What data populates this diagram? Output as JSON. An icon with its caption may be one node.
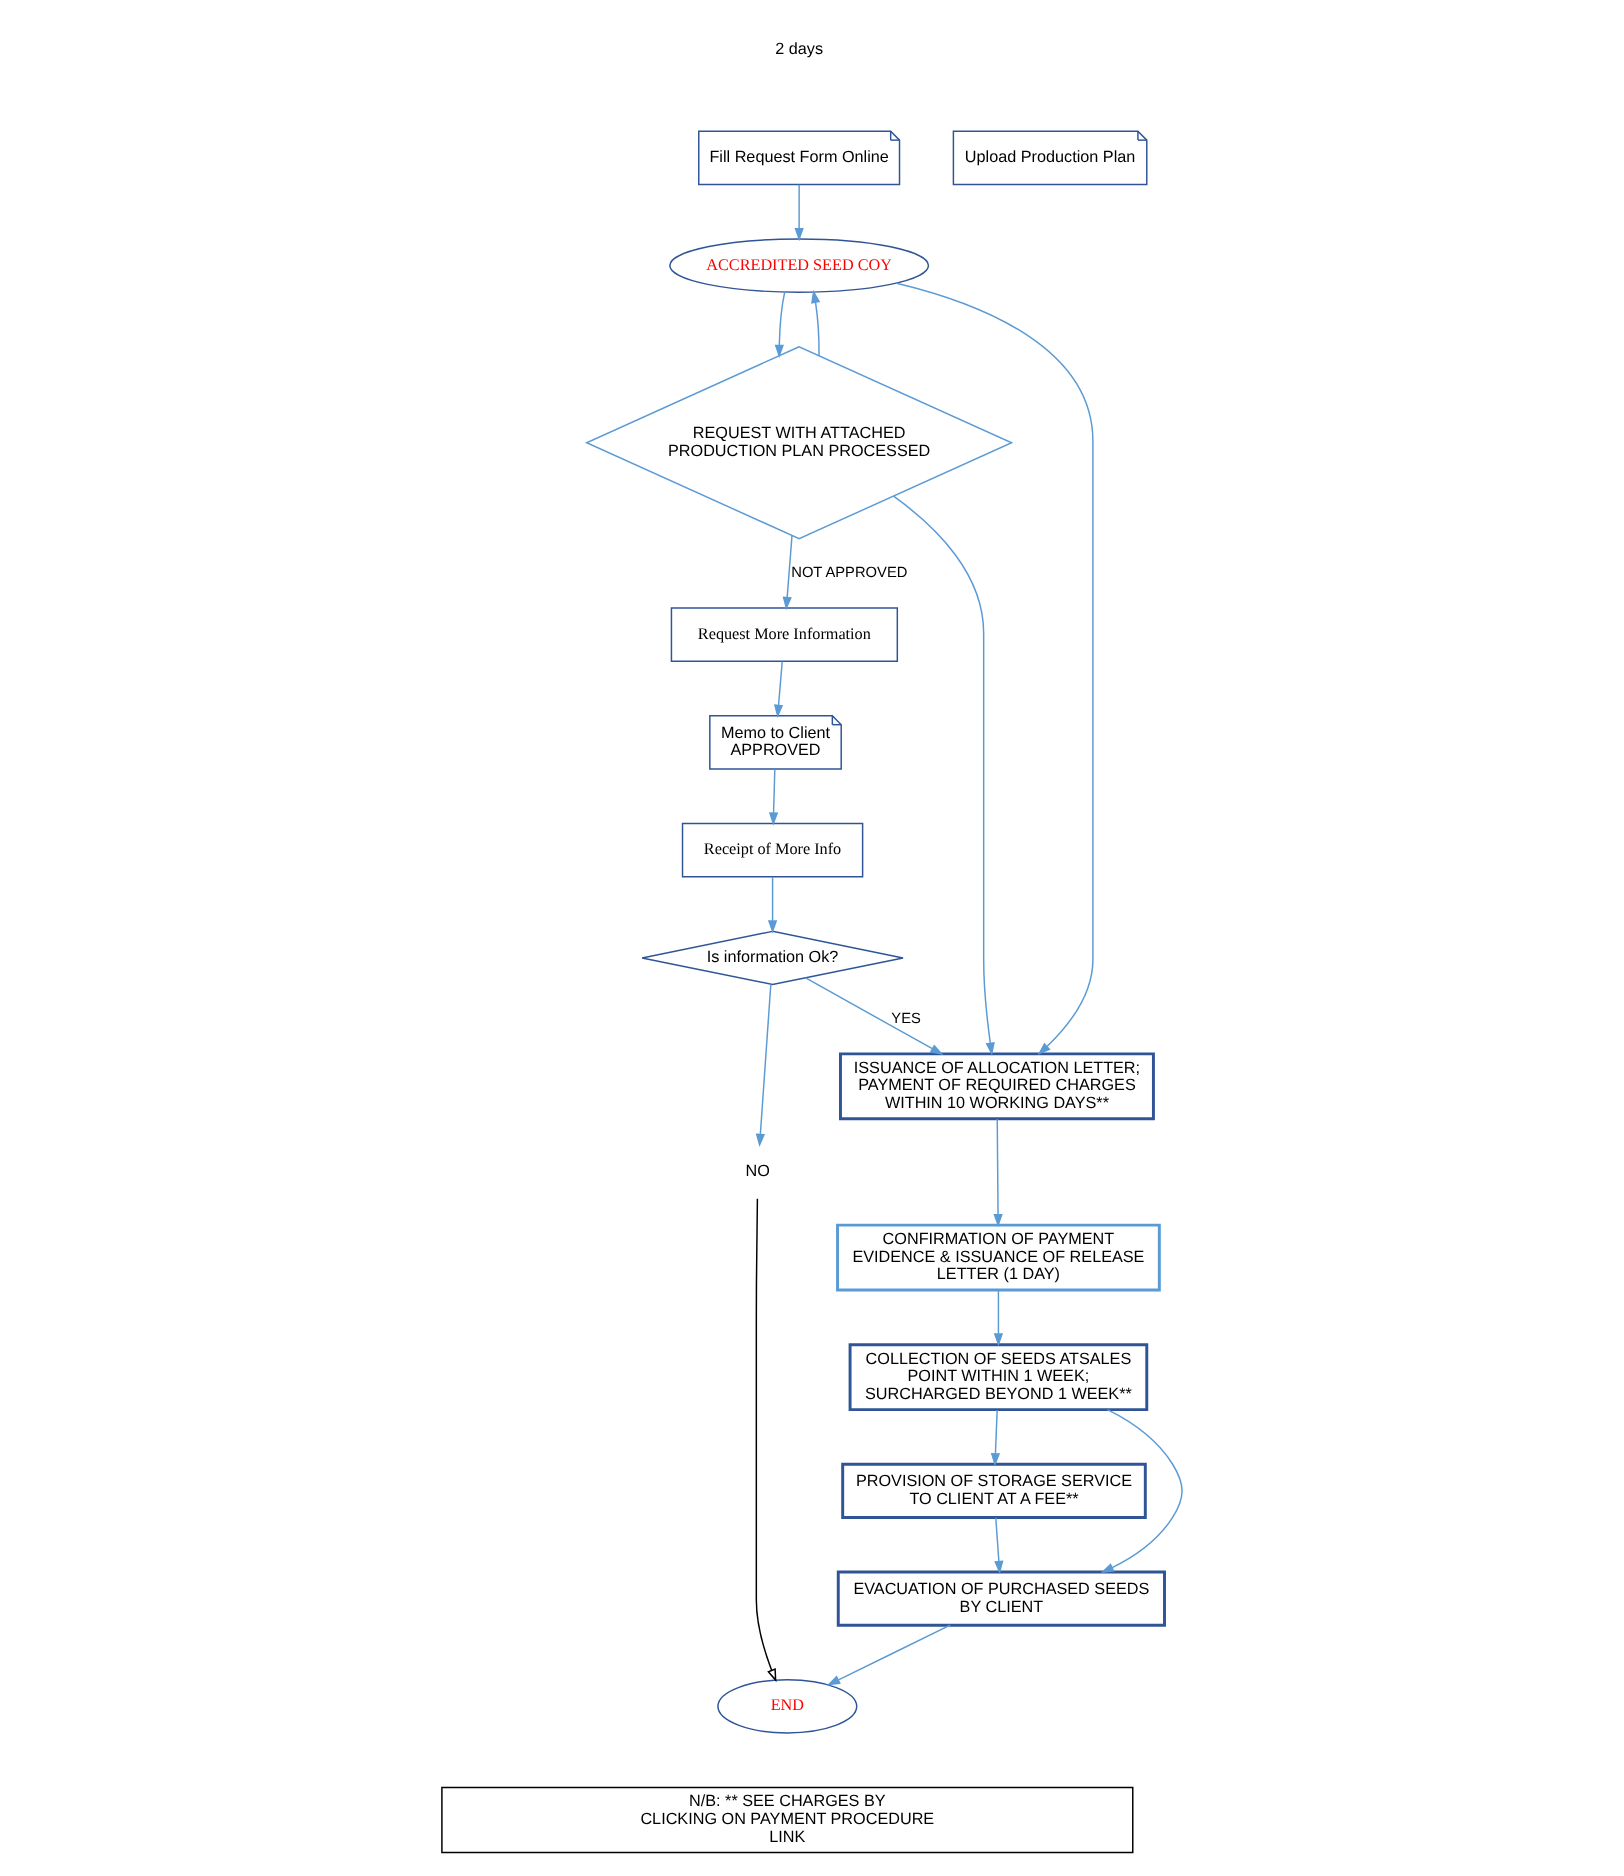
{
  "diagram": {
    "nodes": [
      {
        "text": [
          "Fill Request Form Online"
        ]
      },
      {
        "text": [
          "Upload Production Plan"
        ]
      },
      {
        "text": [
          "ACCREDITED SEED COY"
        ]
      },
      {
        "text": [
          "REQUEST WITH ATTACHED PRODUCTION PLAN PROCESSED"
        ]
      },
      {
        "text": [
          "Request More Information"
        ]
      },
      {
        "text": [
          "Memo to Client",
          "APPROVED"
        ]
      },
      {
        "text": [
          "Receipt of More Info"
        ]
      },
      {
        "text": [
          "Is information Ok?"
        ]
      },
      {
        "text": [
          "NO"
        ]
      },
      {
        "text": [
          "ISSUANCE OF ALLOCATION LETTER; PAYMENT OF REQUIRED CHARGES WITHIN 10 WORKING DAYS**"
        ]
      },
      {
        "text": [
          "CONFIRMATION OF PAYMENT EVIDENCE & ISSUANCE OF RELEASE LETTER (1 DAY)"
        ]
      },
      {
        "text": [
          "PROVISION OF STORAGE SERVICE TO CLIENT AT A FEE**"
        ]
      },
      {
        "text": [
          "COLLECTION OF SEEDS ATSALES POINT WITHIN 1 WEEK; SURCHARGED BEYOND 1 WEEK**"
        ]
      },
      {
        "text": [
          "EVACUATION OF PURCHASED SEEDS BY CLIENT"
        ]
      },
      {
        "text": [
          "END"
        ]
      },
      {
        "text": [
          "N/B: ** SEE CHARGES BY CLICKING ON PAYMENT PROCEDURE LINK"
        ]
      }
    ],
    "edges": [
      {
        "from": 0,
        "to": 2,
        "arrow": "to"
      },
      {
        "from": 2,
        "to": 3,
        "arrow": "to"
      },
      {
        "from": 3,
        "to": 2,
        "arrow": "to"
      },
      {
        "from": 2,
        "to": 9,
        "arrow": "to"
      },
      {
        "from": 3,
        "to": 9,
        "arrow": "to"
      },
      {
        "from": 3,
        "to": 4,
        "arrow": "to",
        "label": "NOT APPROVED"
      },
      {
        "from": 4,
        "to": 5,
        "arrow": "to"
      },
      {
        "from": 5,
        "to": 6,
        "arrow": "to"
      },
      {
        "from": 6,
        "to": 7,
        "arrow": "to"
      },
      {
        "from": 7,
        "to": 9,
        "arrow": "to",
        "label": "YES"
      },
      {
        "from": 7,
        "to": 8,
        "arrow": "to"
      },
      {
        "from": 8,
        "to": 14,
        "arrow": "to",
        "color": "#000000"
      },
      {
        "from": 9,
        "to": 10,
        "arrow": "to"
      },
      {
        "from": 10,
        "to": 12,
        "arrow": "to"
      },
      {
        "from": 12,
        "to": 11,
        "arrow": "to"
      },
      {
        "from": 11,
        "to": 13,
        "arrow": "to"
      },
      {
        "from": 12,
        "to": 13,
        "arrow": "to"
      },
      {
        "from": 13,
        "to": 14,
        "arrow": "to"
      }
    ],
    "labels": [
      "2 days"
    ]
  }
}
